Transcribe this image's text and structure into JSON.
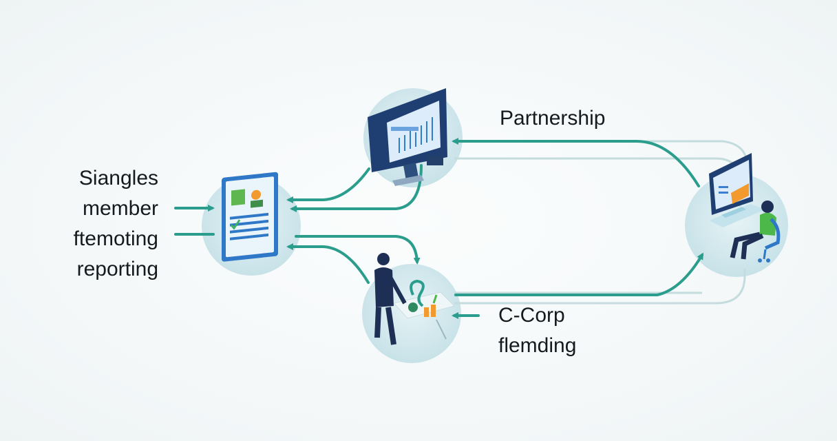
{
  "labels": {
    "left": [
      "Siangles",
      "member",
      "ftemoting",
      "reporting"
    ],
    "partnership": "Partnership",
    "ccorp": [
      "C-Corp",
      "flemding"
    ]
  },
  "colors": {
    "arrow": "#2a9d8c",
    "arrow_light": "#c5dcde",
    "node_fill": "#d3e9ee",
    "monitor_dark": "#1f3f73",
    "screen_blue": "#3d7fcf",
    "person_suit": "#1d2f55",
    "person_shirt": "#4db84a",
    "chart_orange": "#f29a2e"
  },
  "nodes": [
    {
      "id": "document",
      "icon": "report-document-icon"
    },
    {
      "id": "monitor",
      "icon": "desktop-monitor-icon"
    },
    {
      "id": "workstation",
      "icon": "person-at-computer-icon"
    },
    {
      "id": "presenter",
      "icon": "person-presenting-icon"
    }
  ]
}
